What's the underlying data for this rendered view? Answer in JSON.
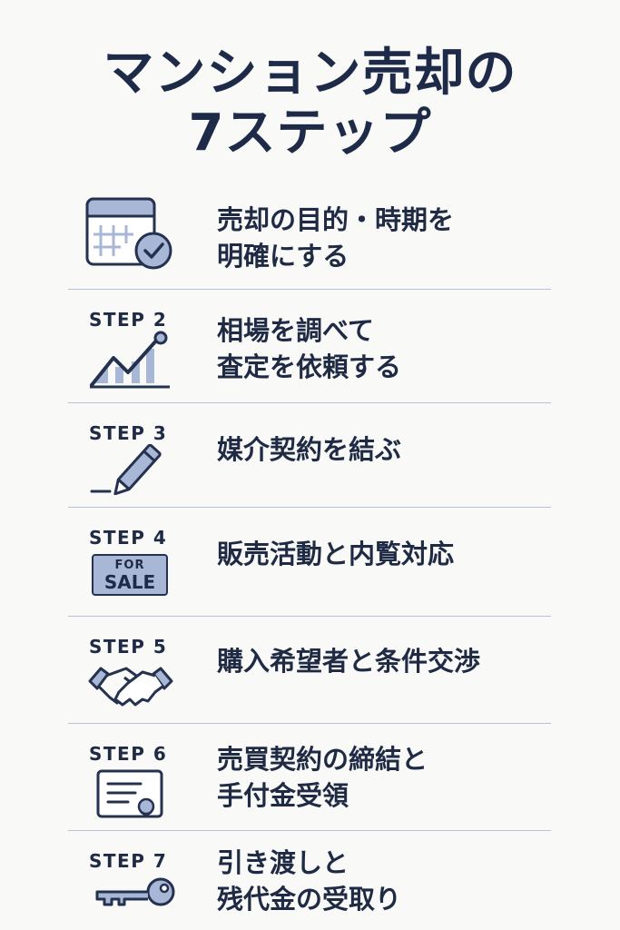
{
  "title": {
    "line1": "マンション売却の",
    "line2": "7ステップ"
  },
  "steps": [
    {
      "label": "",
      "icon": "calendar-check-icon",
      "line1": "売却の目的・時期を",
      "line2": "明確にする"
    },
    {
      "label": "STEP 2",
      "icon": "rising-chart-icon",
      "line1": "相場を調べて",
      "line2": "査定を依頼する"
    },
    {
      "label": "STEP 3",
      "icon": "pen-icon",
      "line1": "媒介契約を結ぶ",
      "line2": ""
    },
    {
      "label": "STEP 4",
      "icon": "for-sale-sign-icon",
      "sign_line1": "FOR",
      "sign_line2": "SALE",
      "line1": "販売活動と内覧対応",
      "line2": ""
    },
    {
      "label": "STEP 5",
      "icon": "handshake-icon",
      "line1": "購入希望者と条件交渉",
      "line2": ""
    },
    {
      "label": "STEP 6",
      "icon": "certificate-icon",
      "line1": "売買契約の締結と",
      "line2": "手付金受領"
    },
    {
      "label": "STEP 7",
      "icon": "key-icon",
      "line1": "引き渡しと",
      "line2": "残代金の受取り"
    }
  ],
  "colors": {
    "navy": "#1f2a44",
    "accent": "#a8b7d6",
    "divider": "#b9c2d2",
    "background": "#f9f9f7"
  }
}
